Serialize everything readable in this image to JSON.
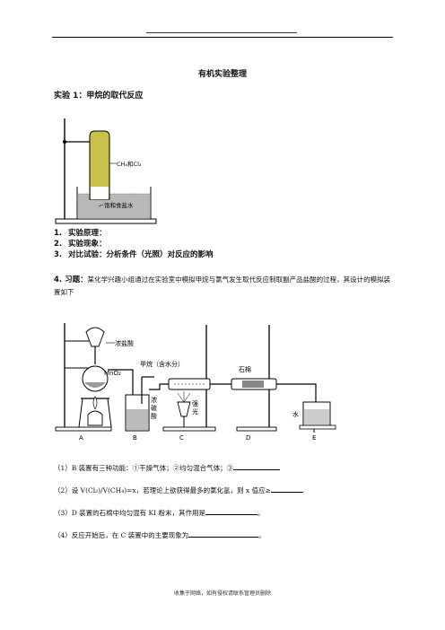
{
  "header": {
    "title": "有机实验整理"
  },
  "experiment1": {
    "heading": "实验 1：甲烷的取代反应",
    "fig_label_gas": "CH₄和Cl₂",
    "fig_label_liquid": "饱和食盐水"
  },
  "list": [
    {
      "num": "1.",
      "text": "实验原理："
    },
    {
      "num": "2.",
      "text": "实验现象："
    },
    {
      "num": "3.",
      "text": "对比试验：分析条件（光照）对反应的影响"
    }
  ],
  "exercise": {
    "label": "4. 习题：",
    "text": "某化学兴趣小组通过在实验室中模拟甲烷与氯气发生取代反应制取副产品盐酸的过程，其设计的模拟装置如下"
  },
  "apparatus": {
    "label_hcl": "浓盐酸",
    "label_mno2": "MnO₂",
    "label_methane": "甲烷（含水分）",
    "label_asbestos": "石棉",
    "label_h2so4_1": "浓",
    "label_h2so4_2": "硫",
    "label_h2so4_3": "酸",
    "label_light_1": "强",
    "label_light_2": "光",
    "label_water": "水",
    "labels": [
      "A",
      "B",
      "C",
      "D",
      "E"
    ]
  },
  "questions": [
    {
      "text": "（1）B 装置有三种功能：①干燥气体；②均匀混合气体；③"
    },
    {
      "text": "（2）设 V(Cl₂)/V(CH₄)=x，若理论上欲获得最多的氯化氢，则 x 值应≥"
    },
    {
      "text": "（3）D 装置的石棉中均匀混有 KI 粉末，其作用是",
      "tail": "。"
    },
    {
      "text": "（4）反应开始后，在 C 装置中的主要现象为",
      "tail": "。"
    }
  ],
  "footer": {
    "text": "收集于网络，如有侵权请联系管理员删除"
  }
}
